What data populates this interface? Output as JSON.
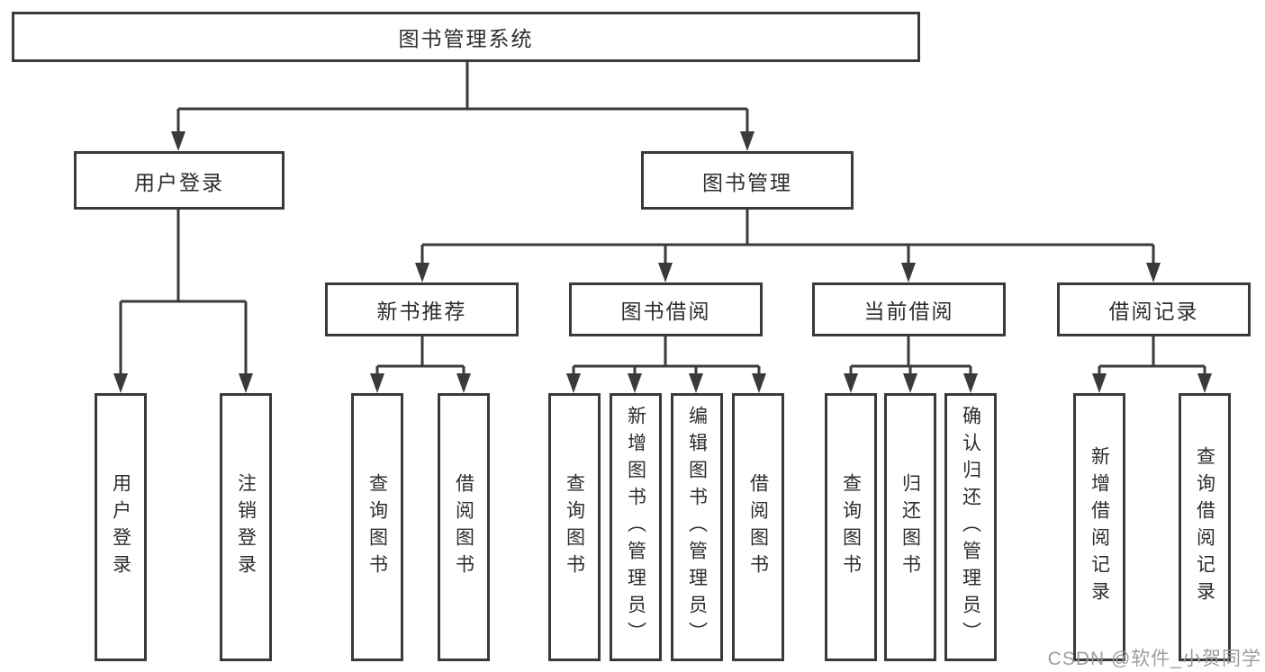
{
  "page": {
    "background": "#ffffff"
  },
  "colors": {
    "line": "#3a3a3a",
    "box_border": "#3a3a3a",
    "text": "#2d2d2d",
    "watermark": "#96989e"
  },
  "tree": {
    "root": "图书管理系统",
    "children": [
      {
        "label": "用户登录",
        "children": [
          "用户登录",
          "注销登录"
        ]
      },
      {
        "label": "图书管理",
        "children": [
          {
            "label": "新书推荐",
            "children": [
              "查询图书",
              "借阅图书"
            ]
          },
          {
            "label": "图书借阅",
            "children": [
              "查询图书",
              "新增图书（管理员）",
              "编辑图书（管理员）",
              "借阅图书"
            ]
          },
          {
            "label": "当前借阅",
            "children": [
              "查询图书",
              "归还图书",
              "确认归还（管理员）"
            ]
          },
          {
            "label": "借阅记录",
            "children": [
              "新增借阅记录",
              "查询借阅记录"
            ]
          }
        ]
      }
    ]
  },
  "watermark": {
    "text": "CSDN @软件_小贺同学"
  }
}
